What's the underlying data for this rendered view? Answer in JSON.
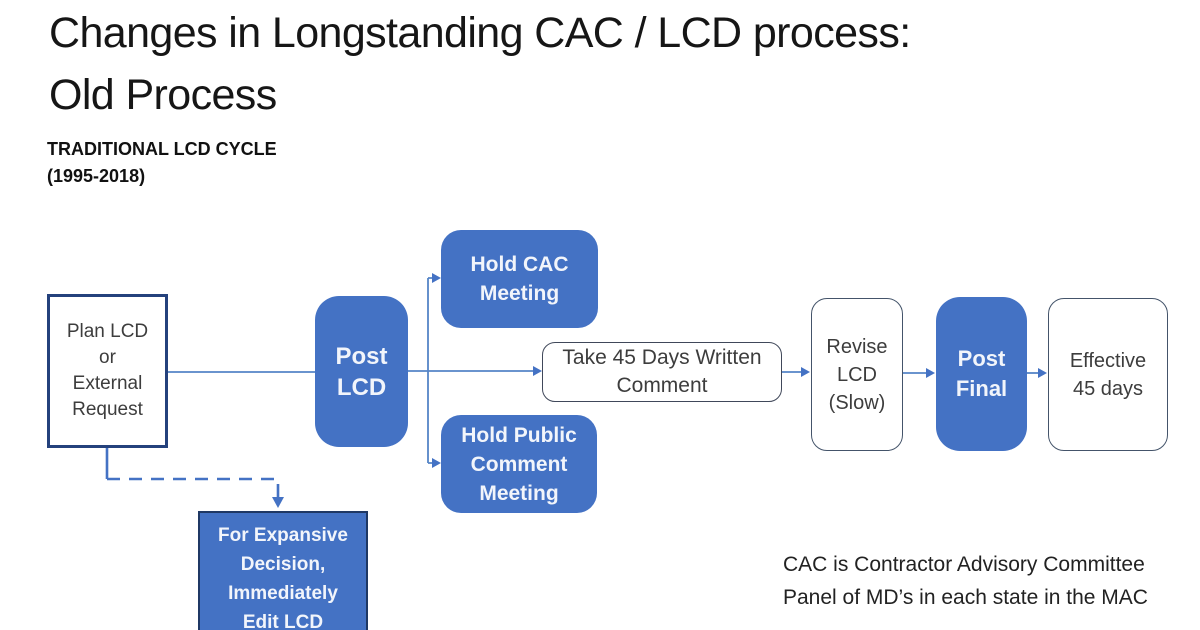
{
  "slide": {
    "title": "Changes in Longstanding CAC / LCD process:\nOld Process",
    "subtitle": "TRADITIONAL LCD CYCLE\n(1995-2018)",
    "footnote": "CAC is Contractor Advisory Committee\nPanel of MD’s in each state in the MAC"
  },
  "flowchart": {
    "nodes": {
      "plan": {
        "label": "Plan LCD\nor\nExternal\nRequest"
      },
      "post_lcd": {
        "label": "Post\nLCD"
      },
      "hold_cac": {
        "label": "Hold CAC\nMeeting"
      },
      "take_45": {
        "label": "Take 45 Days Written\nComment"
      },
      "hold_public": {
        "label": "Hold Public\nComment\nMeeting"
      },
      "revise": {
        "label": "Revise\nLCD\n(Slow)"
      },
      "post_final": {
        "label": "Post\nFinal"
      },
      "effective": {
        "label": "Effective\n45 days"
      },
      "expansive": {
        "label": "For Expansive\nDecision,\nImmediately\nEdit LCD"
      }
    },
    "colors": {
      "node_fill_blue": "#4472C4",
      "node_text_light": "#F2F5FB",
      "node_text_dark": "#3D3D3D",
      "plan_border": "#24417C",
      "thin_border": "#44546A",
      "expansive_border": "#1F3864",
      "connector_line": "#5585C7",
      "arrowhead": "#4472C4",
      "dashed_connector": "#4472C4",
      "background": "#FFFFFF"
    }
  }
}
